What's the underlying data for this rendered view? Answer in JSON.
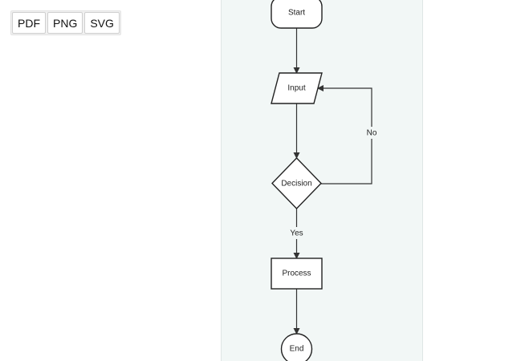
{
  "toolbar": {
    "pdf_label": "PDF",
    "png_label": "PNG",
    "svg_label": "SVG"
  },
  "flowchart": {
    "nodes": {
      "start": "Start",
      "input": "Input",
      "decision": "Decision",
      "process": "Process",
      "end": "End"
    },
    "edges": {
      "yes": "Yes",
      "no": "No"
    }
  }
}
